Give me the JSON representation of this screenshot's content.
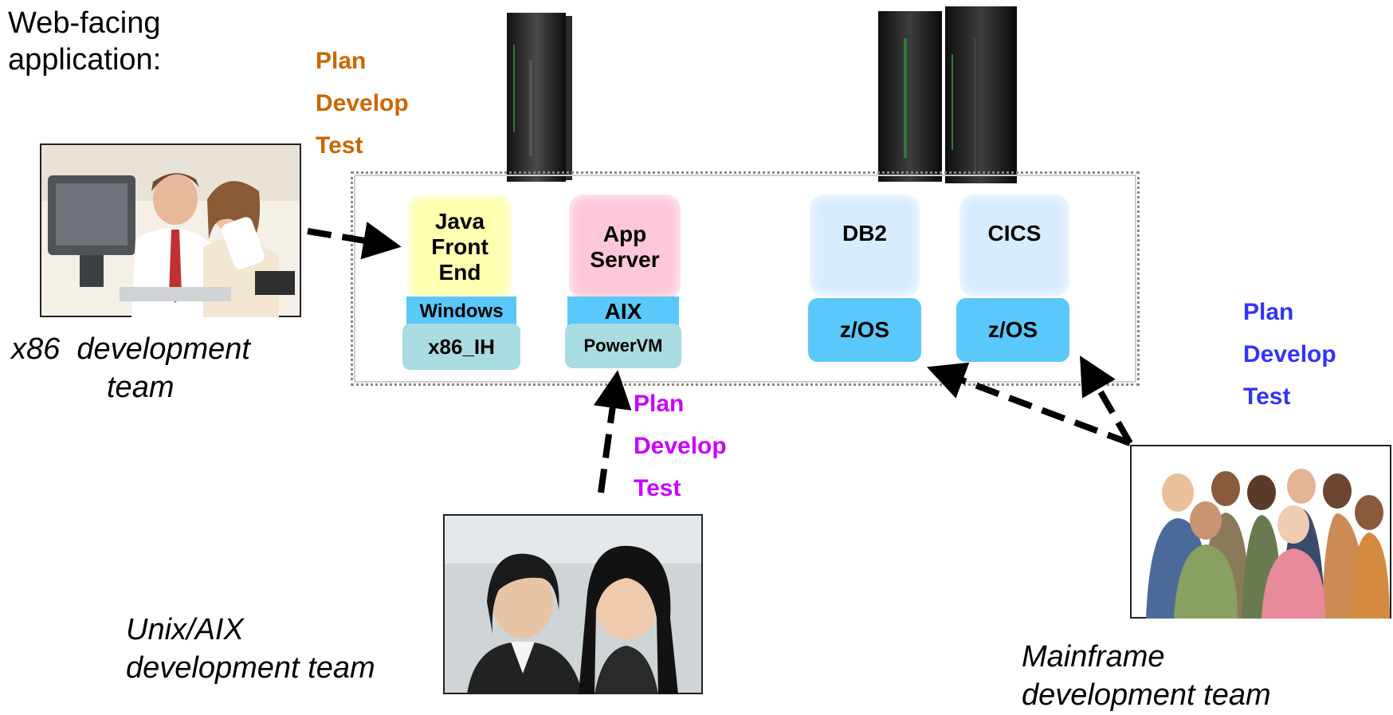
{
  "title": [
    "Web-facing",
    "application:"
  ],
  "x86_team": {
    "lifecycle": [
      "Plan",
      "Develop",
      "Test"
    ],
    "caption": [
      "x86  development",
      "team"
    ],
    "color": "#CC6600"
  },
  "unix_team": {
    "lifecycle": [
      "Plan",
      "Develop",
      "Test"
    ],
    "caption": [
      "Unix/AIX",
      "development team"
    ],
    "color": "#CC00FF"
  },
  "mainframe_team": {
    "lifecycle": [
      "Plan",
      "Develop",
      "Test"
    ],
    "caption": [
      "Mainframe",
      "development team"
    ],
    "color": "#3333FF"
  },
  "stacks": {
    "java_front_end": {
      "app": [
        "Java",
        "Front",
        "End"
      ],
      "os": "Windows",
      "hw": "x86_IH",
      "app_color": "#FFFFB0"
    },
    "app_server": {
      "app": [
        "App",
        "Server"
      ],
      "os": "AIX",
      "hw": "PowerVM",
      "app_color": "#FFC8D8"
    },
    "db2": {
      "app": "DB2",
      "os": "z/OS"
    },
    "cics": {
      "app": "CICS",
      "os": "z/OS"
    }
  },
  "colors": {
    "os_blue": "#5AC8FA",
    "hw_teal": "#A8DCE0",
    "zapp_blue": "#D8ECFF",
    "arrow": "#000000",
    "server": "#1c1c1c"
  }
}
